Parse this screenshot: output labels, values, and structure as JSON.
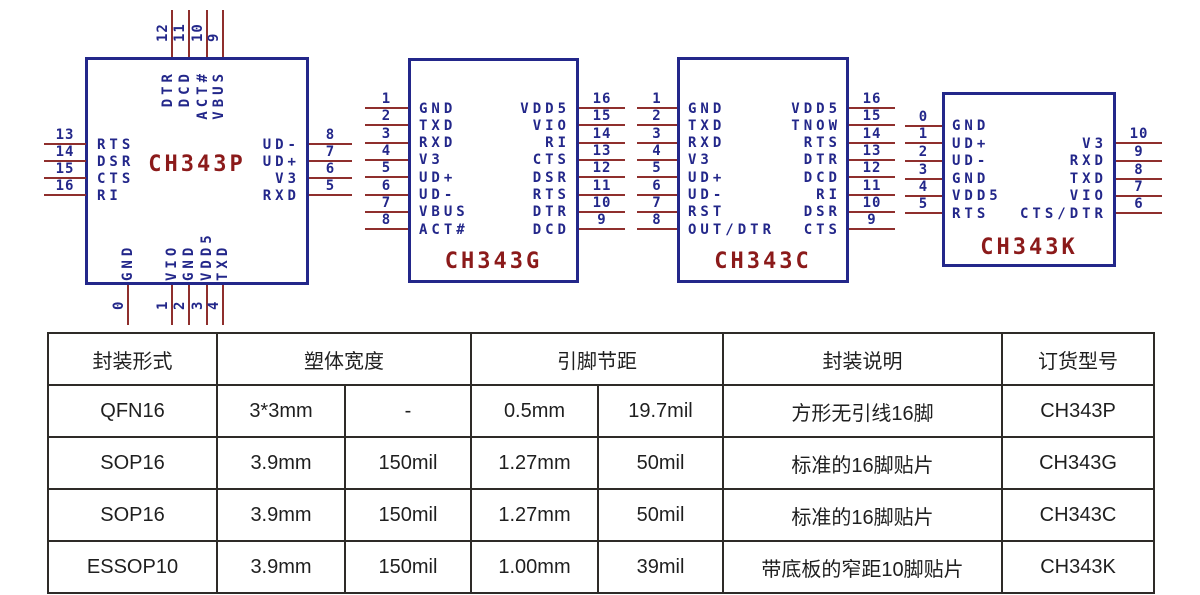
{
  "colors": {
    "chip_outline": "#23278a",
    "pin_line": "#8f2f2d",
    "pin_text": "#23278a",
    "chip_name_text": "#8b1a1a",
    "table_border": "#2e2b28",
    "table_text": "#1f1f1f"
  },
  "chips": {
    "p": {
      "name": "CH343P",
      "left": [
        {
          "num": "13",
          "label": "RTS"
        },
        {
          "num": "14",
          "label": "DSR"
        },
        {
          "num": "15",
          "label": "CTS"
        },
        {
          "num": "16",
          "label": "RI"
        }
      ],
      "right": [
        {
          "num": "8",
          "label": "UD-"
        },
        {
          "num": "7",
          "label": "UD+"
        },
        {
          "num": "6",
          "label": "V3"
        },
        {
          "num": "5",
          "label": "RXD"
        }
      ],
      "top": [
        {
          "num": "12",
          "label": "DTR"
        },
        {
          "num": "11",
          "label": "DCD"
        },
        {
          "num": "10",
          "label": "ACT#"
        },
        {
          "num": "9",
          "label": "VBUS"
        }
      ],
      "bottom": [
        {
          "num": "0",
          "label": "GND"
        },
        {
          "num": "1",
          "label": "VIO"
        },
        {
          "num": "2",
          "label": "GND"
        },
        {
          "num": "3",
          "label": "VDD5"
        },
        {
          "num": "4",
          "label": "TXD"
        }
      ]
    },
    "g": {
      "name": "CH343G",
      "left": [
        {
          "num": "1",
          "label": "GND"
        },
        {
          "num": "2",
          "label": "TXD"
        },
        {
          "num": "3",
          "label": "RXD"
        },
        {
          "num": "4",
          "label": "V3"
        },
        {
          "num": "5",
          "label": "UD+"
        },
        {
          "num": "6",
          "label": "UD-"
        },
        {
          "num": "7",
          "label": "VBUS"
        },
        {
          "num": "8",
          "label": "ACT#"
        }
      ],
      "right": [
        {
          "num": "16",
          "label": "VDD5"
        },
        {
          "num": "15",
          "label": "VIO"
        },
        {
          "num": "14",
          "label": "RI"
        },
        {
          "num": "13",
          "label": "CTS"
        },
        {
          "num": "12",
          "label": "DSR"
        },
        {
          "num": "11",
          "label": "RTS"
        },
        {
          "num": "10",
          "label": "DTR"
        },
        {
          "num": "9",
          "label": "DCD"
        }
      ]
    },
    "c": {
      "name": "CH343C",
      "left": [
        {
          "num": "1",
          "label": "GND"
        },
        {
          "num": "2",
          "label": "TXD"
        },
        {
          "num": "3",
          "label": "RXD"
        },
        {
          "num": "4",
          "label": "V3"
        },
        {
          "num": "5",
          "label": "UD+"
        },
        {
          "num": "6",
          "label": "UD-"
        },
        {
          "num": "7",
          "label": "RST"
        },
        {
          "num": "8",
          "label": "OUT/DTR"
        }
      ],
      "right": [
        {
          "num": "16",
          "label": "VDD5"
        },
        {
          "num": "15",
          "label": "TNOW"
        },
        {
          "num": "14",
          "label": "RTS"
        },
        {
          "num": "13",
          "label": "DTR"
        },
        {
          "num": "12",
          "label": "DCD"
        },
        {
          "num": "11",
          "label": "RI"
        },
        {
          "num": "10",
          "label": "DSR"
        },
        {
          "num": "9",
          "label": "CTS"
        }
      ]
    },
    "k": {
      "name": "CH343K",
      "left": [
        {
          "num": "0",
          "label": "GND"
        },
        {
          "num": "1",
          "label": "UD+"
        },
        {
          "num": "2",
          "label": "UD-"
        },
        {
          "num": "3",
          "label": "GND"
        },
        {
          "num": "4",
          "label": "VDD5"
        },
        {
          "num": "5",
          "label": "RTS"
        }
      ],
      "right": [
        {
          "num": "10",
          "label": "V3"
        },
        {
          "num": "9",
          "label": "RXD"
        },
        {
          "num": "8",
          "label": "TXD"
        },
        {
          "num": "7",
          "label": "VIO"
        },
        {
          "num": "6",
          "label": "CTS/DTR"
        }
      ]
    }
  },
  "table": {
    "headers": [
      "封装形式",
      "塑体宽度",
      "引脚节距",
      "封装说明",
      "订货型号"
    ],
    "rows": [
      [
        "QFN16",
        "3*3mm",
        "-",
        "0.5mm",
        "19.7mil",
        "方形无引线16脚",
        "CH343P"
      ],
      [
        "SOP16",
        "3.9mm",
        "150mil",
        "1.27mm",
        "50mil",
        "标准的16脚贴片",
        "CH343G"
      ],
      [
        "SOP16",
        "3.9mm",
        "150mil",
        "1.27mm",
        "50mil",
        "标准的16脚贴片",
        "CH343C"
      ],
      [
        "ESSOP10",
        "3.9mm",
        "150mil",
        "1.00mm",
        "39mil",
        "带底板的窄距10脚贴片",
        "CH343K"
      ]
    ]
  }
}
